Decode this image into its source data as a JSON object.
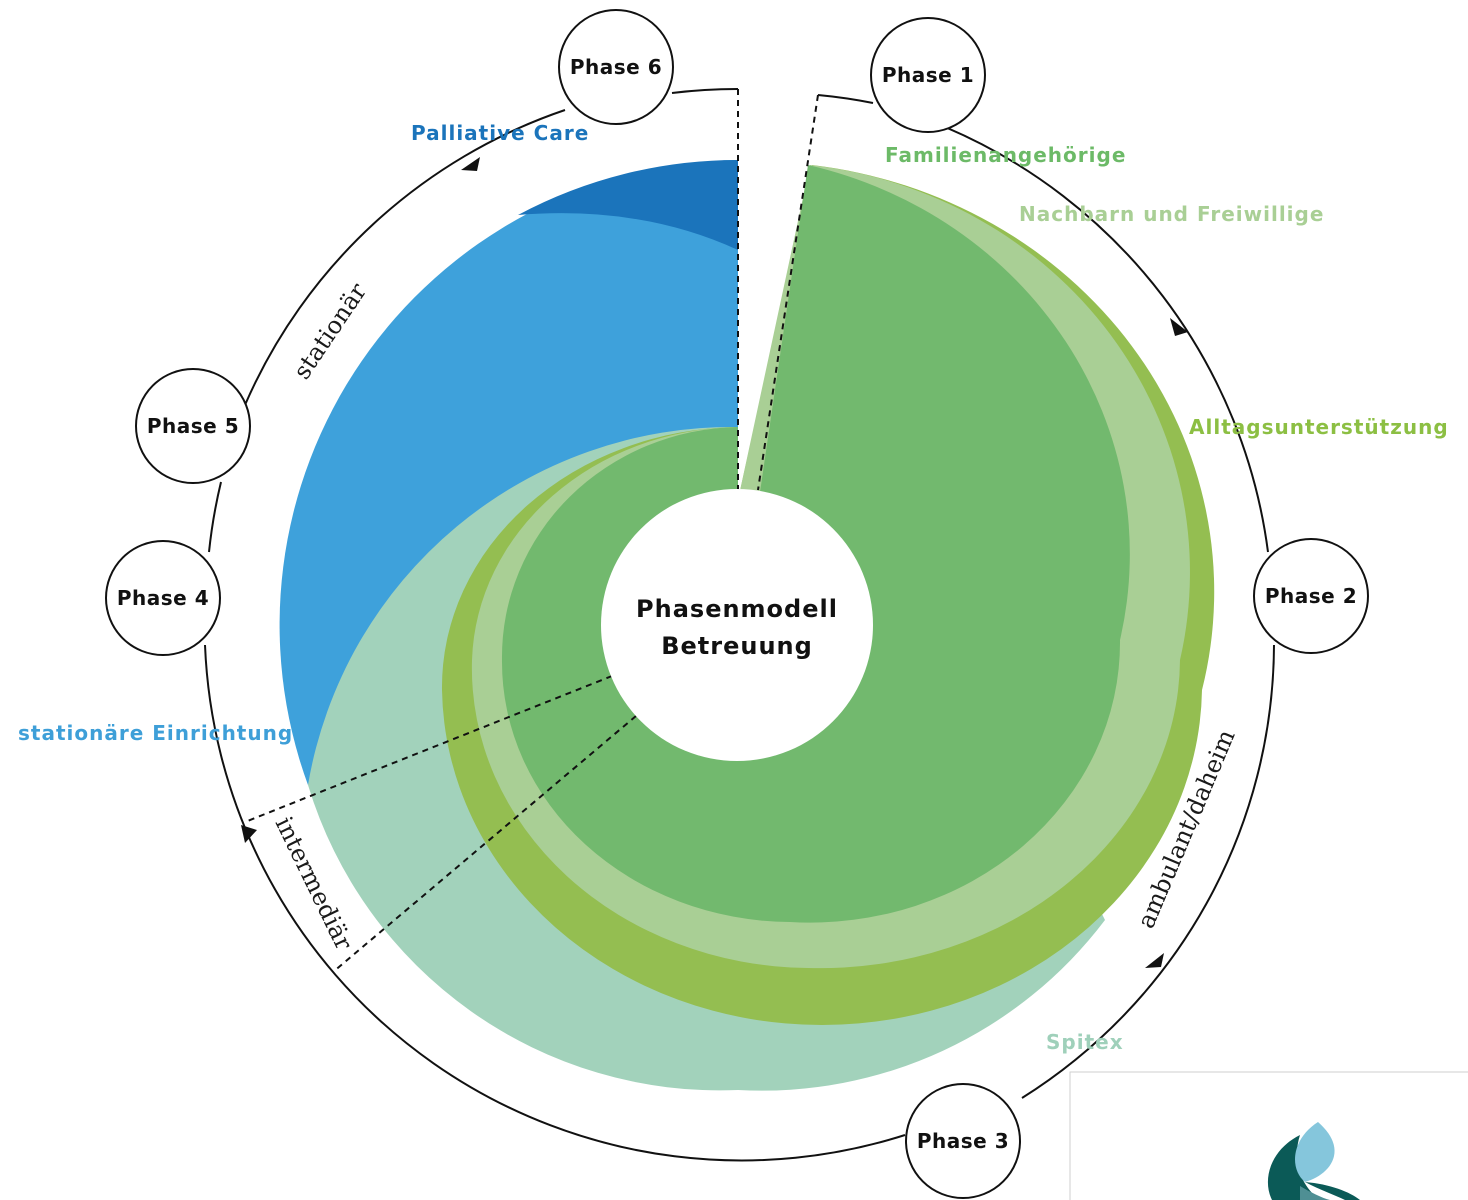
{
  "center": {
    "line1": "Phasenmodell",
    "line2": "Betreuung"
  },
  "phases": {
    "p1": "Phase 1",
    "p2": "Phase 2",
    "p3": "Phase 3",
    "p4": "Phase 4",
    "p5": "Phase 5",
    "p6": "Phase 6"
  },
  "care_labels": {
    "familienangehoerige": "Familienangehörige",
    "nachbarn": "Nachbarn und Freiwillige",
    "alltag": "Alltagsunterstützung",
    "spitex": "Spitex",
    "stationaere_einrichtung": "stationäre Einrichtung",
    "palliative": "Palliative Care"
  },
  "setting_labels": {
    "ambulant": "ambulant/daheim",
    "intermediaer": "intermediär",
    "stationaer": "stationär"
  },
  "colors": {
    "green_main": "#72b96e",
    "green_light": "#a9cf95",
    "green_olive": "#94be51",
    "green_mint": "#a2d2bb",
    "blue_light": "#3ea1db",
    "blue_dark": "#1b74bb",
    "label_green": "#6cba67",
    "label_lightgreen": "#a9cf95",
    "label_olive": "#8cbf43",
    "label_mint": "#9fd0ba",
    "label_blue": "#3e9fd8",
    "label_darkblue": "#1b74bb",
    "logo_dark": "#0b5a57",
    "logo_light": "#85c6dc"
  },
  "logo": {
    "icon": "flame-logo-icon"
  }
}
